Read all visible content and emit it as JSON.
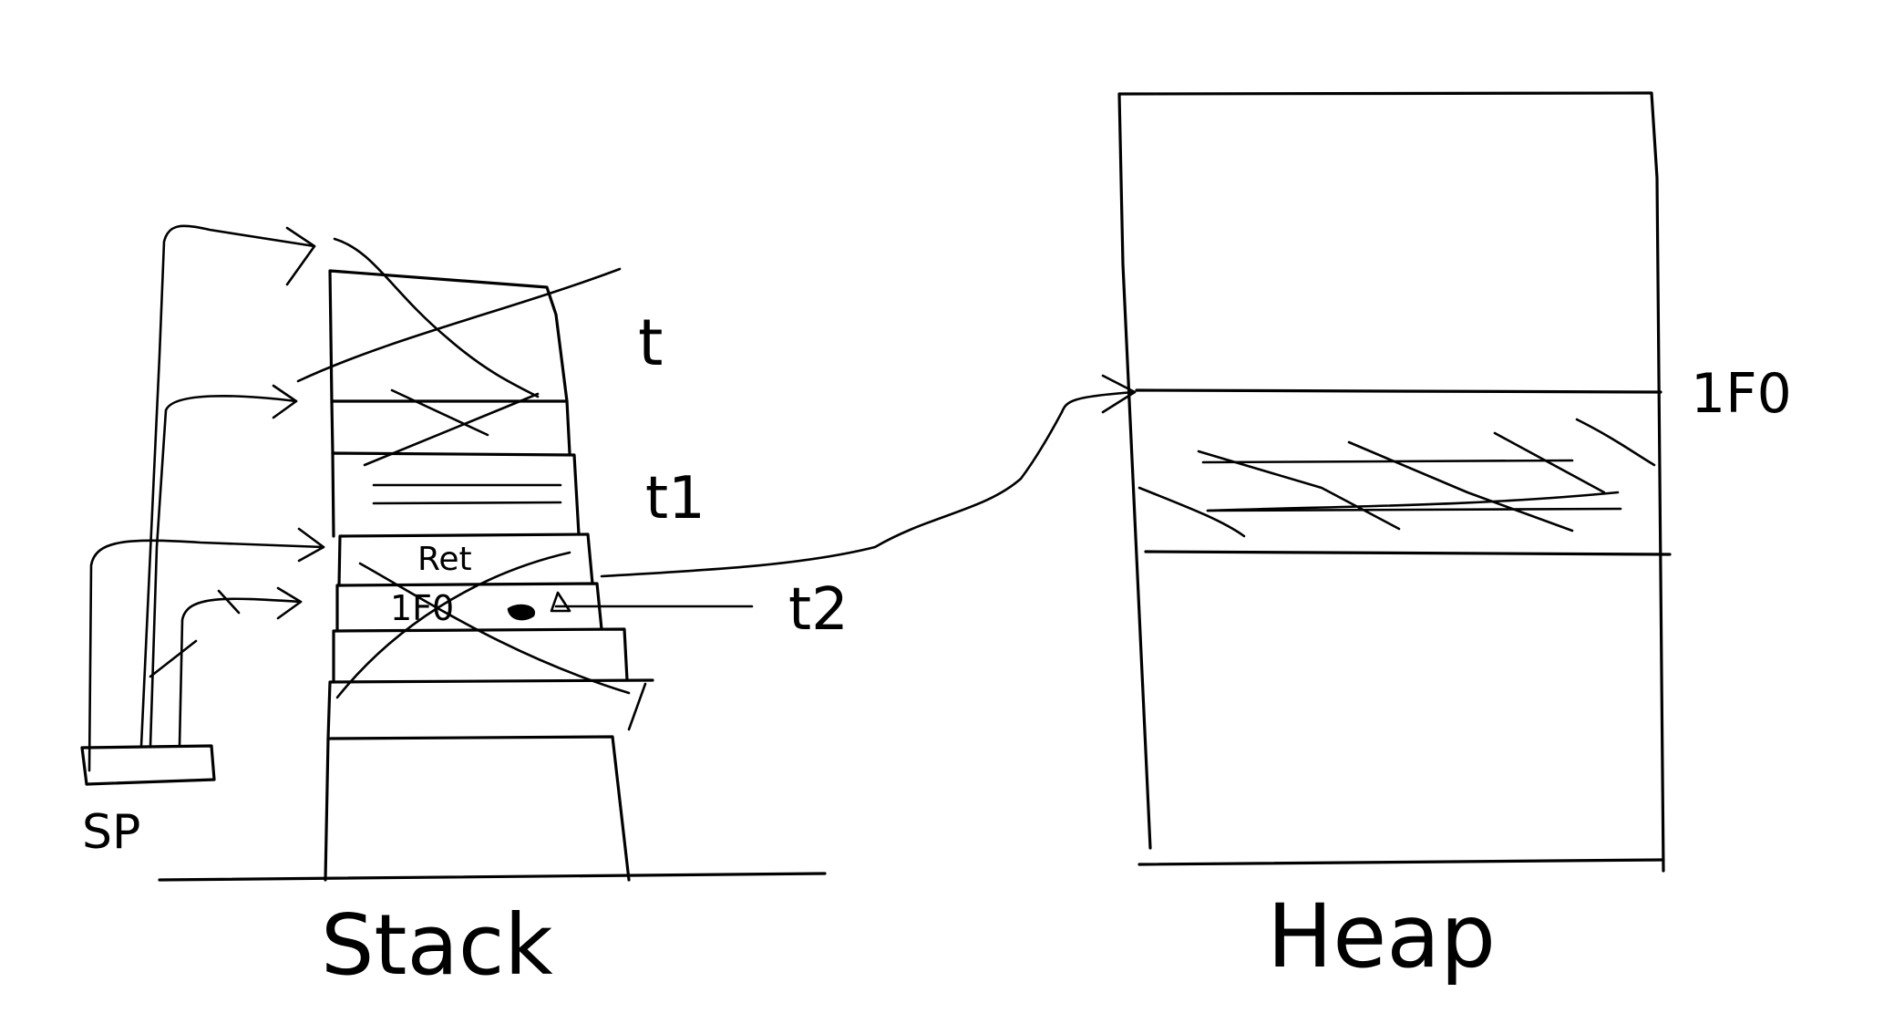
{
  "diagram": {
    "stack": {
      "title": "Stack",
      "pointer_label": "SP",
      "frame_labels": [
        "t",
        "t1",
        "t2"
      ],
      "return_slot_label": "Ret",
      "pointer_slot_value": "1F0"
    },
    "heap": {
      "title": "Heap",
      "block_address": "1F0"
    },
    "colors": {
      "ink": "#000000",
      "background": "#ffffff"
    }
  }
}
